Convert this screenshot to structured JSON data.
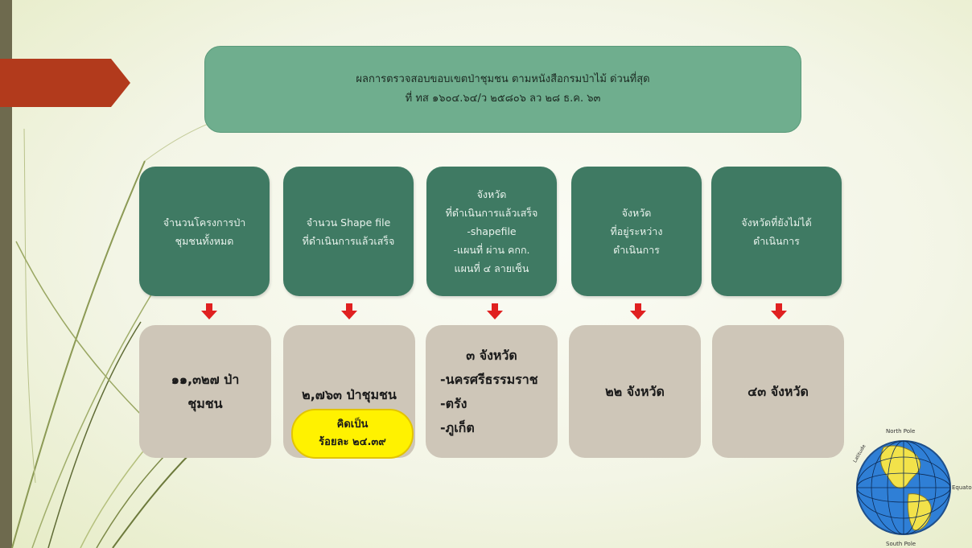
{
  "header": {
    "line1": "ผลการตรวจสอบขอบเขตป่าชุมชน ตามหนังสือกรมป่าไม้ ด่วนที่สุด",
    "line2": "ที่ ทส ๑๖๐๔.๖๔/ว ๒๕๘๐๖ ลว ๒๘ ธ.ค. ๖๓"
  },
  "categories": [
    {
      "lines": [
        "จำนวนโครงการป่า",
        "ชุมชนทั้งหมด"
      ]
    },
    {
      "lines": [
        "จำนวน Shape file",
        "ที่ดำเนินการแล้วเสร็จ"
      ]
    },
    {
      "lines": [
        "จังหวัด",
        "ที่ดำเนินการแล้วเสร็จ",
        "-shapefile",
        "-แผนที่ ผ่าน คกก.",
        "แผนที่ ๔ ลายเซ็น"
      ]
    },
    {
      "lines": [
        "จังหวัด",
        "ที่อยู่ระหว่าง",
        "ดำเนินการ"
      ]
    },
    {
      "lines": [
        "จังหวัดที่ยังไม่ได้",
        "ดำเนินการ"
      ]
    }
  ],
  "results": [
    {
      "lines": [
        "๑๑,๓๒๗ ป่า",
        "ชุมชน"
      ]
    },
    {
      "lines": [
        "๒,๗๖๓ ป่าชุมชน"
      ]
    },
    {
      "lines": [
        "๓ จังหวัด",
        "-นครศรีธรรมราช",
        "-ตรัง",
        "-ภูเก็ต"
      ]
    },
    {
      "lines": [
        "๒๒ จังหวัด"
      ]
    },
    {
      "lines": [
        "๔๓ จังหวัด"
      ]
    }
  ],
  "percent": {
    "line1": "คิดเป็น",
    "line2": "ร้อยละ ๒๔.๓๙"
  },
  "globe": {
    "north": "North Pole",
    "south": "South Pole",
    "equator": "Equator",
    "latitude": "Latitude"
  },
  "colors": {
    "header": "#6fae8e",
    "category": "#3f7a63",
    "result": "#cec6b8",
    "arrow": "#e02020",
    "highlight": "#fff200",
    "tag": "#b23a1c"
  }
}
